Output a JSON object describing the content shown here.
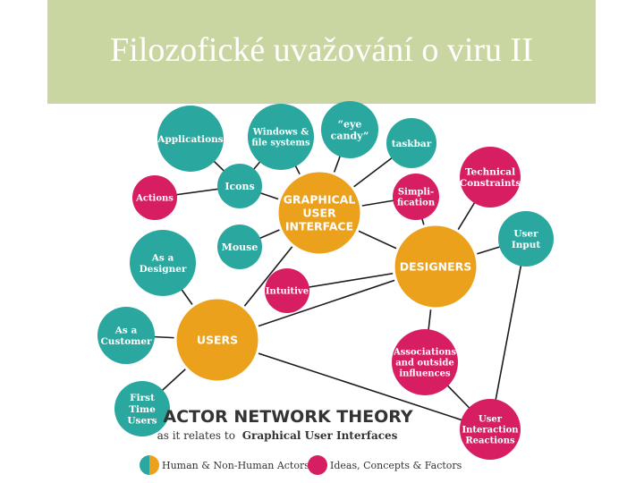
{
  "slide": {
    "title": "Filozofické uvažování o viru II"
  },
  "colors": {
    "band": "#c9d6a2",
    "teal": "#2aa8a0",
    "pink": "#d81e63",
    "orange": "#eba11b",
    "line": "#1c1c1c"
  },
  "diagram": {
    "heading": "ACTOR NETWORK THEORY",
    "subheading_prefix": "as it relates to",
    "subheading_bold": "Graphical User Interfaces",
    "hubs": {
      "gui": [
        "GRAPHICAL",
        "USER",
        "INTERFACE"
      ],
      "designers": [
        "DESIGNERS"
      ],
      "users": [
        "USERS"
      ]
    },
    "nodes": {
      "applications": [
        "Applications"
      ],
      "windows": [
        "Windows &",
        "file systems"
      ],
      "eye_candy": [
        "“eye",
        "candy”"
      ],
      "taskbar": [
        "taskbar"
      ],
      "icons": [
        "Icons"
      ],
      "actions": [
        "Actions"
      ],
      "simplification": [
        "Simpli-",
        "fication"
      ],
      "technical": [
        "Technical",
        "Constraints"
      ],
      "user_input": [
        "User",
        "Input"
      ],
      "mouse": [
        "Mouse"
      ],
      "as_designer": [
        "As a",
        "Designer"
      ],
      "intuitive": [
        "Intuitive"
      ],
      "as_customer": [
        "As a",
        "Customer"
      ],
      "associations": [
        "Associations",
        "and outside",
        "influences"
      ],
      "first_time": [
        "First",
        "Time",
        "Users"
      ],
      "user_interaction": [
        "User",
        "Interaction",
        "Reactions"
      ]
    },
    "legend": [
      {
        "label": "Human & Non-Human Actors",
        "kind": "actor"
      },
      {
        "label": "Ideas, Concepts & Factors",
        "kind": "idea"
      }
    ]
  }
}
